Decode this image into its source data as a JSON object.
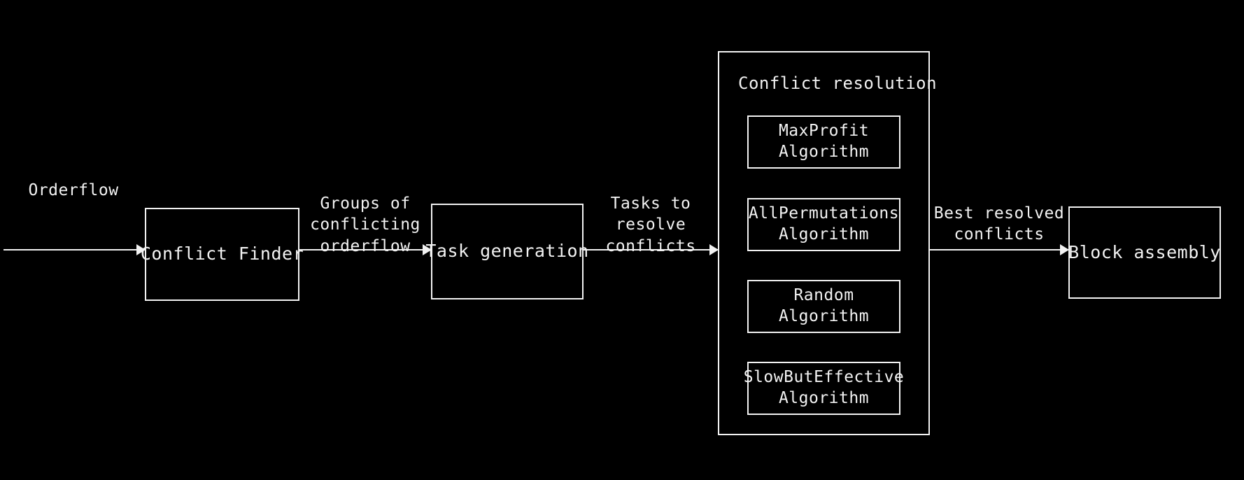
{
  "diagram": {
    "title_text": "Conflict resolution",
    "background_color": "#000000",
    "stroke_color": "#f2f2f2",
    "nodes": {
      "conflict_finder": "Conflict Finder",
      "task_generation": "Task generation",
      "block_assembly": "Block assembly"
    },
    "group": {
      "title": "Conflict resolution",
      "algorithms": [
        {
          "name": "MaxProfit\nAlgorithm"
        },
        {
          "name": "AllPermutations\nAlgorithm"
        },
        {
          "name": "Random\nAlgorithm"
        },
        {
          "name": "SlowButEffective\nAlgorithm"
        }
      ]
    },
    "edges": [
      {
        "label": "Orderflow"
      },
      {
        "label": "Groups of\nconflicting\norderflow"
      },
      {
        "label": "Tasks to\nresolve\nconflicts"
      },
      {
        "label": "Best resolved\nconflicts"
      }
    ]
  }
}
